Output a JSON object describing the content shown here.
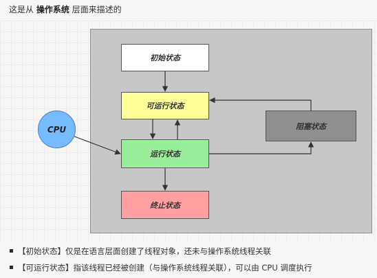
{
  "heading": {
    "prefix": "这是从 ",
    "emphasis": "操作系统",
    "suffix": " 层面来描述的"
  },
  "diagram": {
    "states": {
      "initial": "初始状态",
      "runnable": "可运行状态",
      "running": "运行状态",
      "blocked": "阻塞状态",
      "terminated": "终止状态"
    },
    "cpu_label": "CPU",
    "colors": {
      "panel": "#c7c7c7",
      "initial": "#ffffff",
      "runnable": "#ffff99",
      "running": "#99ee99",
      "blocked": "#8f8f8f",
      "terminated": "#ff9f9f",
      "cpu": "#77bbff"
    }
  },
  "bullets": [
    "【初始状态】仅是在语言层面创建了线程对象，还未与操作系统线程关联",
    "【可运行状态】指该线程已经被创建（与操作系统线程关联），可以由 CPU 调度执行"
  ]
}
